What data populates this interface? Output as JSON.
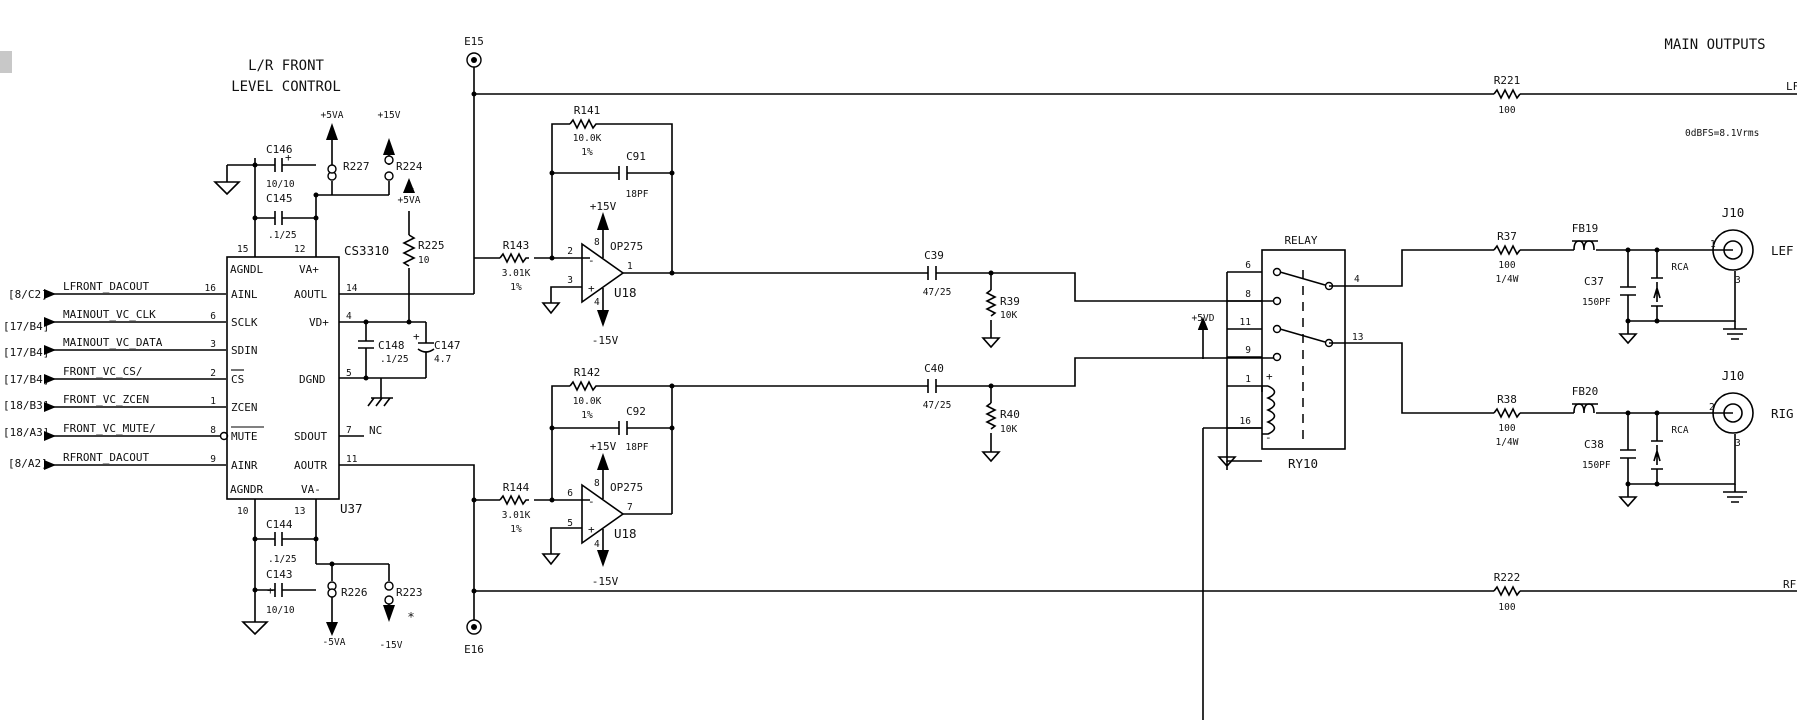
{
  "title": {
    "line1": "L/R FRONT",
    "line2": "LEVEL CONTROL"
  },
  "main_outputs": "MAIN OUTPUTS",
  "note_0dbfs": "0dBFS=8.1Vrms",
  "edge_labels": {
    "top_right": "LF",
    "bottom_right": "RF",
    "left_out": "LEF",
    "right_out": "RIG"
  },
  "test_points": {
    "top": "E15",
    "bottom": "E16"
  },
  "inputs": [
    {
      "ref": "[8/C2]",
      "net": "LFRONT_DACOUT",
      "pin": "16",
      "pin_name": "AINL"
    },
    {
      "ref": "[17/B4]",
      "net": "MAINOUT_VC_CLK",
      "pin": "6",
      "pin_name": "SCLK"
    },
    {
      "ref": "[17/B4]",
      "net": "MAINOUT_VC_DATA",
      "pin": "3",
      "pin_name": "SDIN"
    },
    {
      "ref": "[17/B4]",
      "net": "FRONT_VC_CS/",
      "pin": "2",
      "pin_name": "CS"
    },
    {
      "ref": "[18/B3]",
      "net": "FRONT_VC_ZCEN",
      "pin": "1",
      "pin_name": "ZCEN"
    },
    {
      "ref": "[18/A3]",
      "net": "FRONT_VC_MUTE/",
      "pin": "8",
      "pin_name": "MUTE"
    },
    {
      "ref": "[8/A2]",
      "net": "RFRONT_DACOUT",
      "pin": "9",
      "pin_name": "AINR"
    }
  ],
  "u37": {
    "part": "CS3310",
    "ref": "U37",
    "top_left_pin": "AGNDL",
    "top_left_num": "15",
    "top_right_pin": "VA+",
    "top_right_num": "12",
    "bottom_left_pin": "AGNDR",
    "bottom_left_num": "10",
    "bottom_right_pin": "VA-",
    "bottom_right_num": "13",
    "right_pins": [
      {
        "name": "AOUTL",
        "num": "14"
      },
      {
        "name": "VD+",
        "num": "4"
      },
      {
        "name": "DGND",
        "num": "5"
      },
      {
        "name": "SDOUT",
        "num": "7"
      },
      {
        "name": "AOUTR",
        "num": "11"
      }
    ],
    "nc": "NC"
  },
  "supplies": {
    "p5va": "+5VA",
    "p15v": "+15V",
    "n5va": "-5VA",
    "n15v": "-15V",
    "p5vd": "+5VD",
    "star": "*"
  },
  "passives": {
    "c146": {
      "ref": "C146",
      "val": "10/10"
    },
    "c145": {
      "ref": "C145",
      "val": ".1/25"
    },
    "c144": {
      "ref": "C144",
      "val": ".1/25"
    },
    "c143": {
      "ref": "C143",
      "val": "10/10"
    },
    "c148": {
      "ref": "C148",
      "val": ".1/25"
    },
    "c147": {
      "ref": "C147",
      "val": "4.7"
    },
    "r227": {
      "ref": "R227"
    },
    "r224": {
      "ref": "R224"
    },
    "r226": {
      "ref": "R226"
    },
    "r223": {
      "ref": "R223"
    },
    "r225": {
      "ref": "R225",
      "val": "10"
    },
    "r141": {
      "ref": "R141",
      "val": "10.0K",
      "tol": "1%"
    },
    "r142": {
      "ref": "R142",
      "val": "10.0K",
      "tol": "1%"
    },
    "c91": {
      "ref": "C91",
      "val": "18PF"
    },
    "c92": {
      "ref": "C92",
      "val": "18PF"
    },
    "r143": {
      "ref": "R143",
      "val": "3.01K",
      "tol": "1%"
    },
    "r144": {
      "ref": "R144",
      "val": "3.01K",
      "tol": "1%"
    },
    "c39": {
      "ref": "C39",
      "val": "47/25"
    },
    "c40": {
      "ref": "C40",
      "val": "47/25"
    },
    "r39": {
      "ref": "R39",
      "val": "10K"
    },
    "r40": {
      "ref": "R40",
      "val": "10K"
    },
    "r221": {
      "ref": "R221",
      "val": "100"
    },
    "r222": {
      "ref": "R222",
      "val": "100"
    },
    "r37": {
      "ref": "R37",
      "val": "100",
      "pwr": "1/4W"
    },
    "r38": {
      "ref": "R38",
      "val": "100",
      "pwr": "1/4W"
    },
    "fb19": {
      "ref": "FB19"
    },
    "fb20": {
      "ref": "FB20"
    },
    "c37": {
      "ref": "C37",
      "val": "150PF"
    },
    "c38": {
      "ref": "C38",
      "val": "150PF"
    }
  },
  "opamps": {
    "top": {
      "part": "OP275",
      "ref": "U18",
      "in_neg": "2",
      "in_pos": "3",
      "out": "1",
      "vpos": "8",
      "vneg": "4",
      "vpos_label": "+15V",
      "vneg_label": "-15V"
    },
    "bottom": {
      "part": "OP275",
      "ref": "U18",
      "in_neg": "6",
      "in_pos": "5",
      "out": "7",
      "vpos": "8",
      "vneg": "4",
      "vpos_label": "+15V",
      "vneg_label": "-15V"
    }
  },
  "relay": {
    "label": "RELAY",
    "ref": "RY10",
    "pins_left": [
      "6",
      "8",
      "11",
      "9",
      "1",
      "16"
    ],
    "pins_right": [
      "4",
      "13"
    ],
    "coil_plus": "+",
    "coil_minus": "-"
  },
  "jacks": {
    "top": {
      "ref": "J10",
      "pin1": "1",
      "pin3": "3",
      "type": "RCA"
    },
    "bottom": {
      "ref": "J10",
      "pin1": "2",
      "pin3": "3",
      "type": "RCA"
    }
  }
}
